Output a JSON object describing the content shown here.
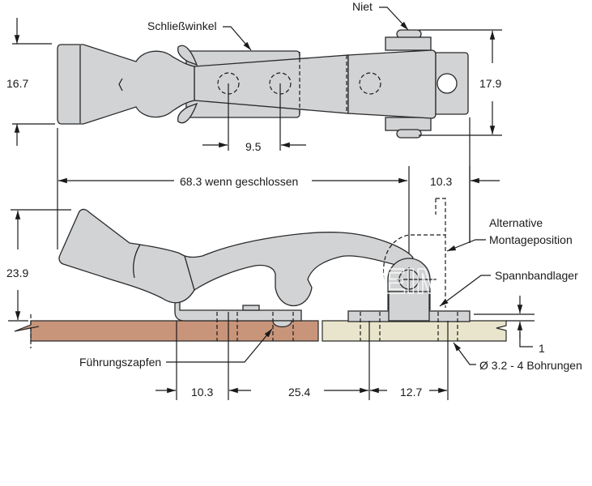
{
  "title": "Spannverschluss Maßzeichnung",
  "colors": {
    "part": "#d2d3d5",
    "wood_left": "#c8957a",
    "wood_right": "#e9e5cc",
    "line": "#1a1a1a"
  },
  "labels": {
    "rivet": "Niet",
    "closing_bracket": "Schließwinkel",
    "alternative": "Alternative",
    "mounting_position": "Montageposition",
    "strap_bearing": "Spannbandlager",
    "guide_pin": "Führungszapfen",
    "holes": "Ø 3.2 - 4 Bohrungen"
  },
  "dimensions": {
    "top_height_left": "16.7",
    "top_height_right": "17.9",
    "hole_spacing": "9.5",
    "total_length": "68.3 wenn geschlossen",
    "bearing_offset": "10.3",
    "side_height": "23.9",
    "plate_thickness": "1",
    "bottom_a": "10.3",
    "bottom_b": "25.4",
    "bottom_c": "12.7"
  },
  "watermark": "REIMO"
}
